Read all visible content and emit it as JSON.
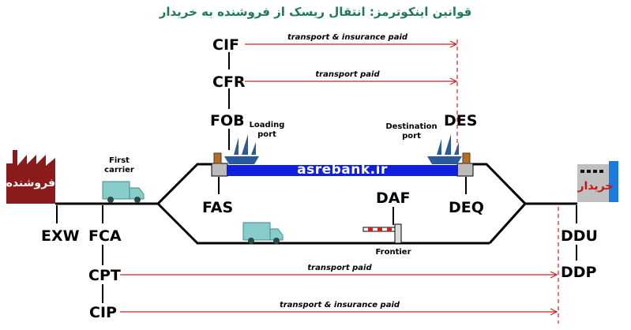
{
  "title": "قوانین اینکوترمز: انتقال ریسک از فروشنده به خریدار",
  "seller_label": "فروشنده",
  "buyer_label": "خریدار",
  "site_label": "asrebank.ir",
  "terms": {
    "cif": "CIF",
    "cfr": "CFR",
    "fob": "FOB",
    "fas": "FAS",
    "exw": "EXW",
    "fca": "FCA",
    "cpt": "CPT",
    "cip": "CIP",
    "daf": "DAF",
    "des": "DES",
    "deq": "DEQ",
    "ddu": "DDU",
    "ddp": "DDP"
  },
  "notes": {
    "first_carrier": "First carrier",
    "loading_port": "Loading port",
    "destination_port": "Destination port",
    "frontier": "Frontier"
  },
  "arrows": {
    "cif": "transport & insurance paid",
    "cfr": "transport paid",
    "cpt": "transport paid",
    "cip": "transport & insurance paid"
  },
  "colors": {
    "title": "#1f7a5a",
    "seller_factory": "#8b1a1a",
    "buyer_box": "#c0c0c0",
    "buyer_text": "#c01818",
    "ship_bar": "#1020e0",
    "arrow": "#d02020",
    "truck": "#88cccc"
  }
}
